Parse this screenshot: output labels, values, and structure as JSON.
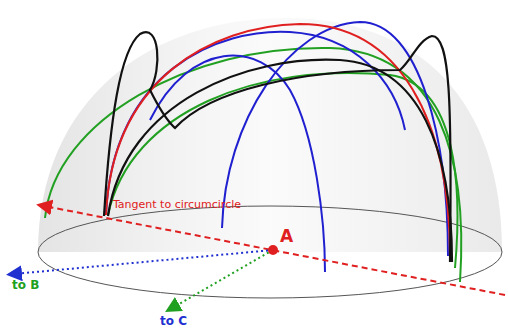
{
  "diagram": {
    "labels": [
      "Tangent to circumcircle",
      "A",
      "to B",
      "to C"
    ]
  }
}
